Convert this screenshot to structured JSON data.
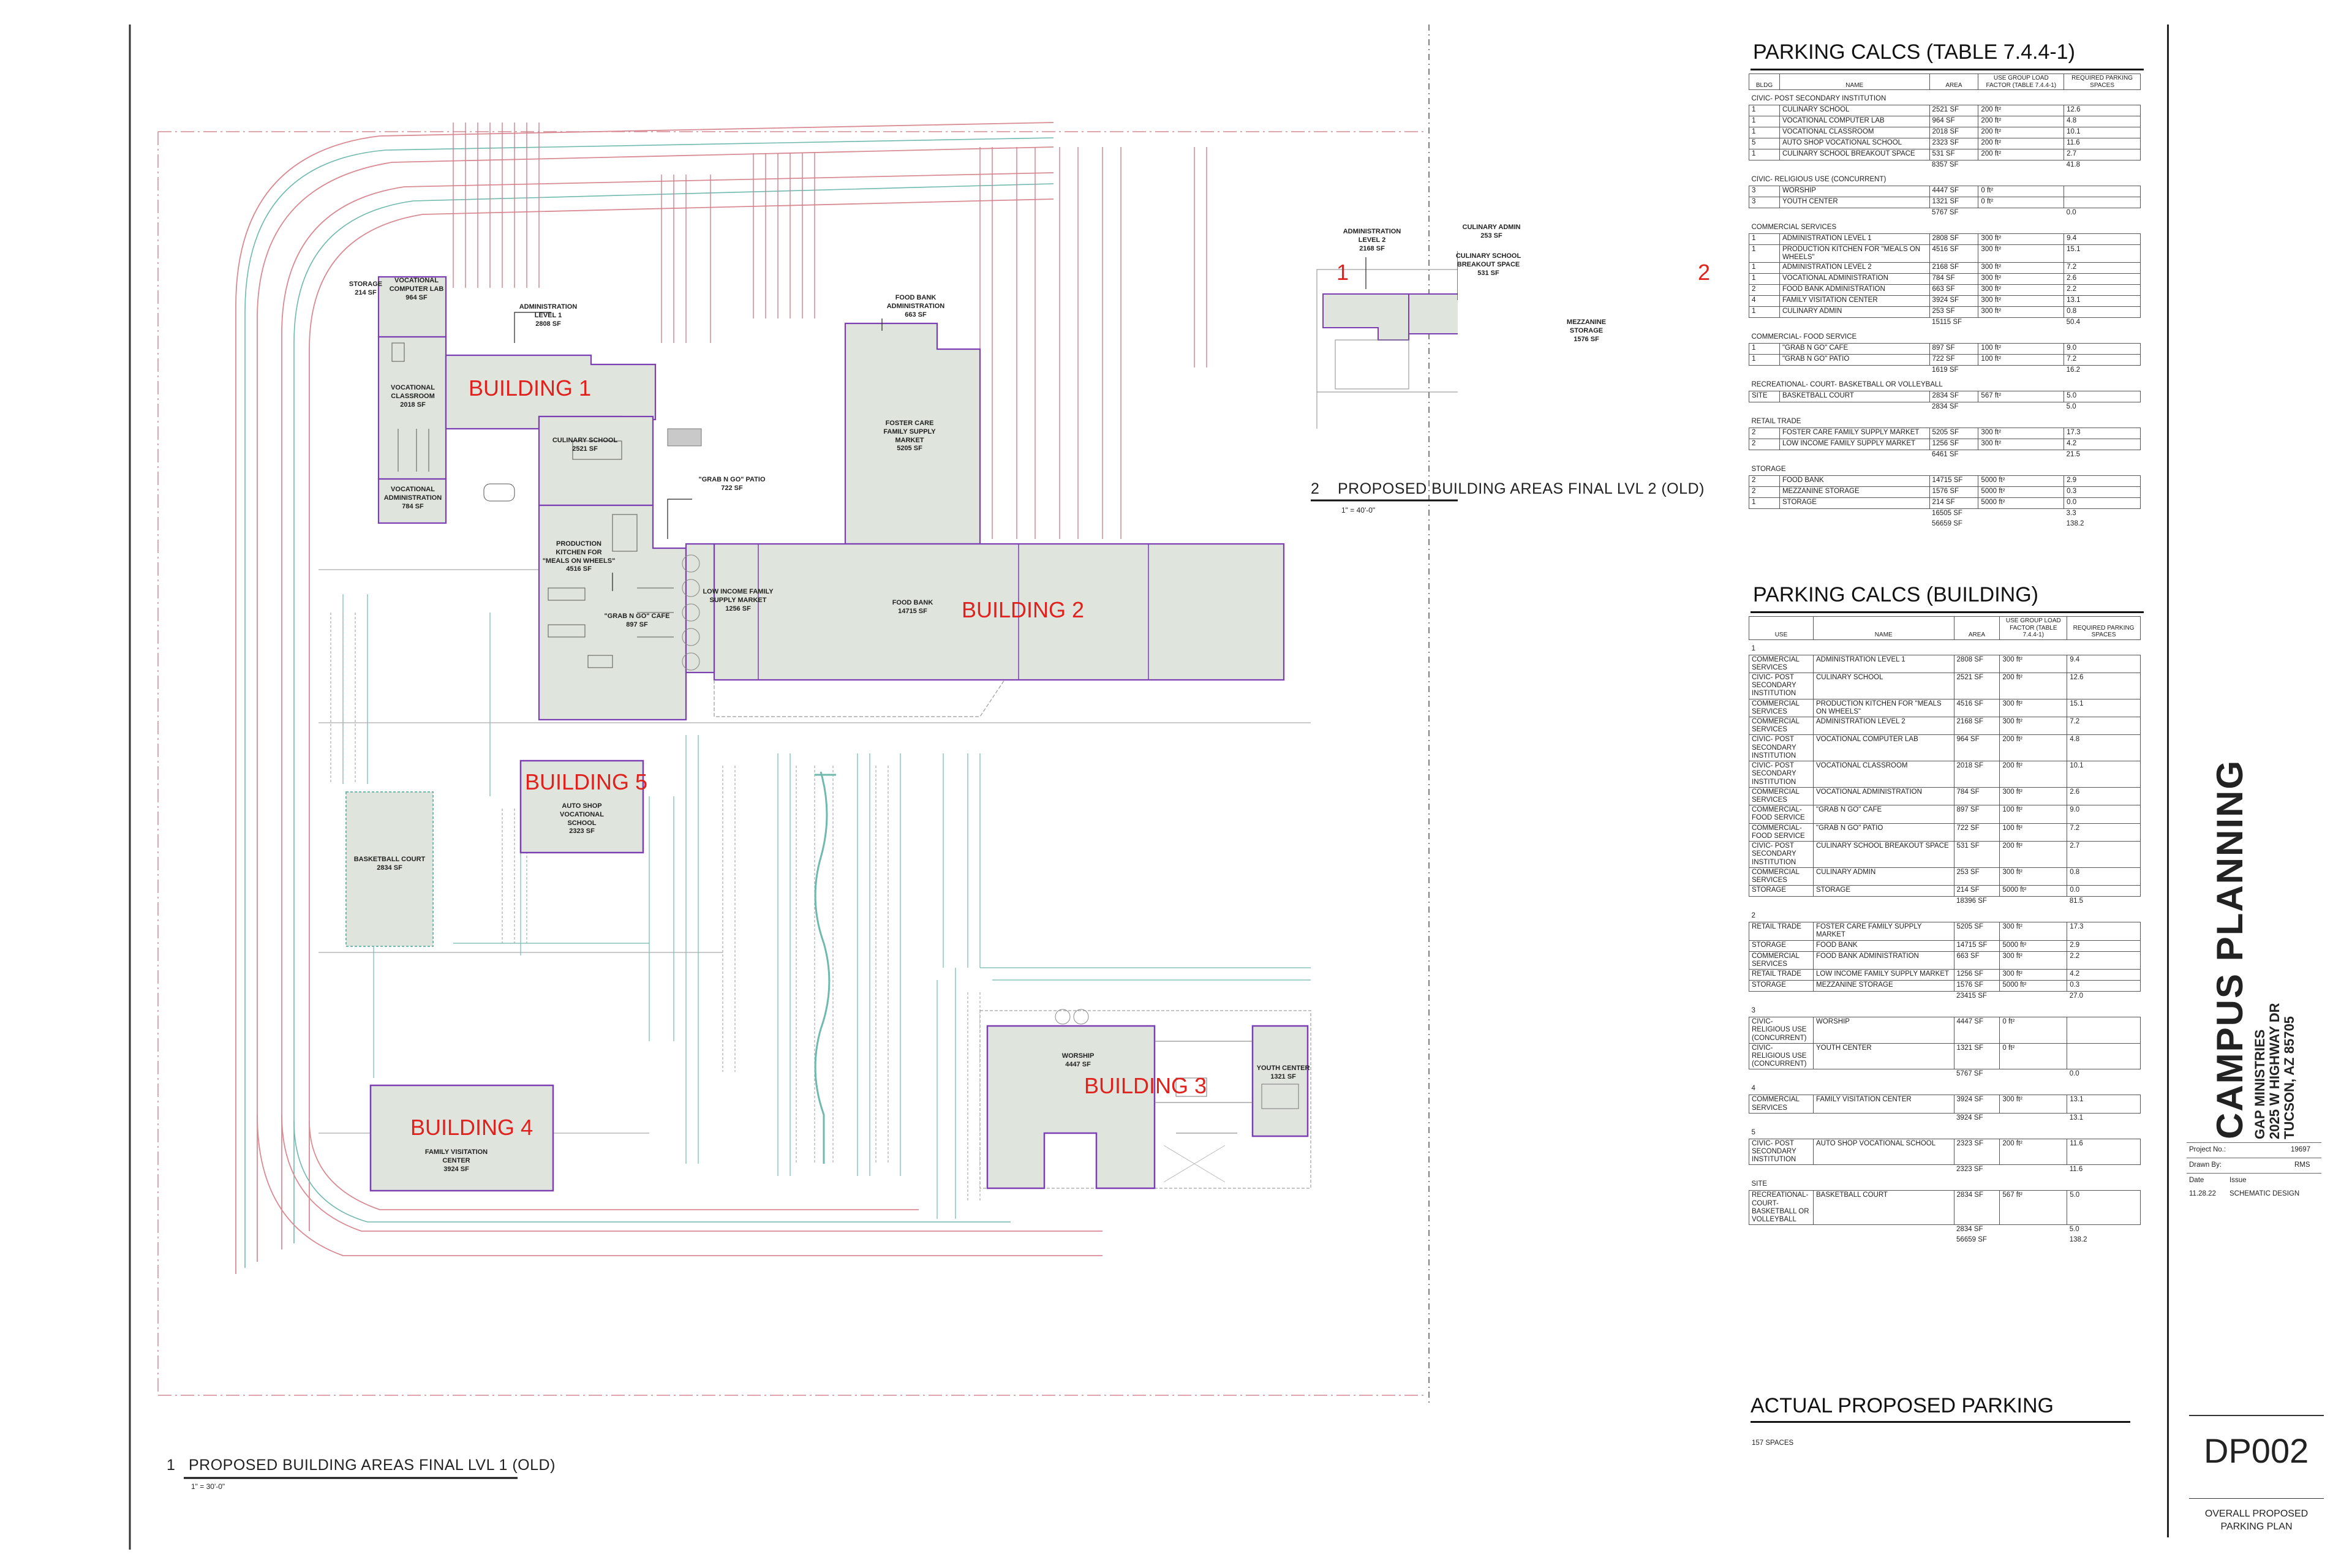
{
  "sheet": {
    "number": "DP002",
    "name": "OVERALL PROPOSED PARKING PLAN",
    "project_title": "CAMPUS PLANNING",
    "client": [
      "GAP MINISTRIES",
      "2025 W HIGHWAY DR",
      "TUCSON, AZ 85705"
    ],
    "project_no_label": "Project No.:",
    "project_no": "19697",
    "drawn_by_label": "Drawn By:",
    "drawn_by": "RMS",
    "date_label": "Date",
    "issue_label": "Issue",
    "date": "11.28.22",
    "issue": "SCHEMATIC DESIGN"
  },
  "views": {
    "lvl1": {
      "num": "1",
      "title": "PROPOSED BUILDING AREAS FINAL LVL 1 (OLD)",
      "scale": "1\" = 30'-0\""
    },
    "lvl2": {
      "num": "2",
      "title": "PROPOSED BUILDING AREAS FINAL LVL 2 (OLD)",
      "scale": "1\" = 40'-0\""
    }
  },
  "buildings": {
    "b1": "BUILDING 1",
    "b2": "BUILDING 2",
    "b3": "BUILDING 3",
    "b4": "BUILDING 4",
    "b5": "BUILDING 5"
  },
  "room_labels": {
    "storage": "STORAGE\n214 SF",
    "voc_lab": "VOCATIONAL\nCOMPUTER LAB\n964 SF",
    "admin1": "ADMINISTRATION\nLEVEL 1\n2808 SF",
    "voc_class": "VOCATIONAL\nCLASSROOM\n2018 SF",
    "voc_admin": "VOCATIONAL\nADMINISTRATION\n784 SF",
    "culinary": "CULINARY SCHOOL\n2521 SF",
    "prod_kitchen": "PRODUCTION\nKITCHEN FOR\n\"MEALS ON WHEELS\"\n4516 SF",
    "patio": "\"GRAB N GO\" PATIO\n722 SF",
    "cafe": "\"GRAB N GO\" CAFE\n897 SF",
    "low_income": "LOW INCOME FAMILY\nSUPPLY MARKET\n1256 SF",
    "food_bank": "FOOD BANK\n14715 SF",
    "fb_admin": "FOOD BANK\nADMINISTRATION\n663 SF",
    "foster": "FOSTER CARE\nFAMILY SUPPLY\nMARKET\n5205 SF",
    "auto_shop": "AUTO SHOP\nVOCATIONAL\nSCHOOL\n2323 SF",
    "basketball": "BASKETBALL COURT\n2834 SF",
    "family_visit": "FAMILY VISITATION\nCENTER\n3924 SF",
    "worship": "WORSHIP\n4447 SF",
    "youth": "YOUTH CENTER\n1321 SF",
    "admin2": "ADMINISTRATION\nLEVEL 2\n2168 SF",
    "culinary_admin": "CULINARY ADMIN\n253 SF",
    "breakout": "CULINARY SCHOOL\nBREAKOUT SPACE\n531 SF",
    "mezzanine": "MEZZANINE\nSTORAGE\n1576 SF",
    "lvl2_b1": "1",
    "lvl2_b2": "2"
  },
  "table1": {
    "title": "PARKING CALCS (TABLE 7.4.4-1)",
    "headers": [
      "BLDG",
      "NAME",
      "AREA",
      "USE GROUP LOAD FACTOR (TABLE 7.4.4-1)",
      "REQUIRED PARKING SPACES"
    ],
    "sections": [
      {
        "name": "CIVIC- POST SECONDARY INSTITUTION",
        "rows": [
          [
            "1",
            "CULINARY SCHOOL",
            "2521 SF",
            "200 ft²",
            "12.6"
          ],
          [
            "1",
            "VOCATIONAL COMPUTER LAB",
            "964 SF",
            "200 ft²",
            "4.8"
          ],
          [
            "1",
            "VOCATIONAL CLASSROOM",
            "2018 SF",
            "200 ft²",
            "10.1"
          ],
          [
            "5",
            "AUTO SHOP VOCATIONAL SCHOOL",
            "2323 SF",
            "200 ft²",
            "11.6"
          ],
          [
            "1",
            "CULINARY SCHOOL BREAKOUT SPACE",
            "531 SF",
            "200 ft²",
            "2.7"
          ]
        ],
        "total": [
          "8357 SF",
          "41.8"
        ]
      },
      {
        "name": "CIVIC- RELIGIOUS USE (CONCURRENT)",
        "rows": [
          [
            "3",
            "WORSHIP",
            "4447 SF",
            "0 ft²",
            ""
          ],
          [
            "3",
            "YOUTH CENTER",
            "1321 SF",
            "0 ft²",
            ""
          ]
        ],
        "total": [
          "5767 SF",
          "0.0"
        ]
      },
      {
        "name": "COMMERCIAL SERVICES",
        "rows": [
          [
            "1",
            "ADMINISTRATION LEVEL 1",
            "2808 SF",
            "300 ft²",
            "9.4"
          ],
          [
            "1",
            "PRODUCTION KITCHEN FOR \"MEALS ON WHEELS\"",
            "4516 SF",
            "300 ft²",
            "15.1"
          ],
          [
            "1",
            "ADMINISTRATION LEVEL 2",
            "2168 SF",
            "300 ft²",
            "7.2"
          ],
          [
            "1",
            "VOCATIONAL ADMINISTRATION",
            "784 SF",
            "300 ft²",
            "2.6"
          ],
          [
            "2",
            "FOOD BANK ADMINISTRATION",
            "663 SF",
            "300 ft²",
            "2.2"
          ],
          [
            "4",
            "FAMILY VISITATION CENTER",
            "3924 SF",
            "300 ft²",
            "13.1"
          ],
          [
            "1",
            "CULINARY ADMIN",
            "253 SF",
            "300 ft²",
            "0.8"
          ]
        ],
        "total": [
          "15115 SF",
          "50.4"
        ]
      },
      {
        "name": "COMMERCIAL- FOOD SERVICE",
        "rows": [
          [
            "1",
            "\"GRAB N GO\" CAFE",
            "897 SF",
            "100 ft²",
            "9.0"
          ],
          [
            "1",
            "\"GRAB N GO\" PATIO",
            "722 SF",
            "100 ft²",
            "7.2"
          ]
        ],
        "total": [
          "1619 SF",
          "16.2"
        ]
      },
      {
        "name": "RECREATIONAL- COURT- BASKETBALL OR VOLLEYBALL",
        "rows": [
          [
            "SITE",
            "BASKETBALL COURT",
            "2834 SF",
            "567 ft²",
            "5.0"
          ]
        ],
        "total": [
          "2834 SF",
          "5.0"
        ]
      },
      {
        "name": "RETAIL TRADE",
        "rows": [
          [
            "2",
            "FOSTER CARE FAMILY SUPPLY MARKET",
            "5205 SF",
            "300 ft²",
            "17.3"
          ],
          [
            "2",
            "LOW INCOME FAMILY SUPPLY MARKET",
            "1256 SF",
            "300 ft²",
            "4.2"
          ]
        ],
        "total": [
          "6461 SF",
          "21.5"
        ]
      },
      {
        "name": "STORAGE",
        "rows": [
          [
            "2",
            "FOOD BANK",
            "14715 SF",
            "5000 ft²",
            "2.9"
          ],
          [
            "2",
            "MEZZANINE STORAGE",
            "1576 SF",
            "5000 ft²",
            "0.3"
          ],
          [
            "1",
            "STORAGE",
            "214 SF",
            "5000 ft²",
            "0.0"
          ]
        ],
        "total": [
          "16505 SF",
          "3.3"
        ]
      }
    ],
    "grand_total": [
      "56659 SF",
      "138.2"
    ]
  },
  "table2": {
    "title": "PARKING CALCS (BUILDING)",
    "headers": [
      "USE",
      "NAME",
      "AREA",
      "USE GROUP LOAD FACTOR (TABLE 7.4.4-1)",
      "REQUIRED PARKING SPACES"
    ],
    "sections": [
      {
        "name": "1",
        "rows": [
          [
            "COMMERCIAL SERVICES",
            "ADMINISTRATION LEVEL 1",
            "2808 SF",
            "300 ft²",
            "9.4"
          ],
          [
            "CIVIC- POST SECONDARY INSTITUTION",
            "CULINARY SCHOOL",
            "2521 SF",
            "200 ft²",
            "12.6"
          ],
          [
            "COMMERCIAL SERVICES",
            "PRODUCTION KITCHEN FOR \"MEALS ON WHEELS\"",
            "4516 SF",
            "300 ft²",
            "15.1"
          ],
          [
            "COMMERCIAL SERVICES",
            "ADMINISTRATION LEVEL 2",
            "2168 SF",
            "300 ft²",
            "7.2"
          ],
          [
            "CIVIC- POST SECONDARY INSTITUTION",
            "VOCATIONAL COMPUTER LAB",
            "964 SF",
            "200 ft²",
            "4.8"
          ],
          [
            "CIVIC- POST SECONDARY INSTITUTION",
            "VOCATIONAL CLASSROOM",
            "2018 SF",
            "200 ft²",
            "10.1"
          ],
          [
            "COMMERCIAL SERVICES",
            "VOCATIONAL ADMINISTRATION",
            "784 SF",
            "300 ft²",
            "2.6"
          ],
          [
            "COMMERCIAL- FOOD SERVICE",
            "\"GRAB N GO\" CAFE",
            "897 SF",
            "100 ft²",
            "9.0"
          ],
          [
            "COMMERCIAL- FOOD SERVICE",
            "\"GRAB N GO\" PATIO",
            "722 SF",
            "100 ft²",
            "7.2"
          ],
          [
            "CIVIC- POST SECONDARY INSTITUTION",
            "CULINARY SCHOOL BREAKOUT SPACE",
            "531 SF",
            "200 ft²",
            "2.7"
          ],
          [
            "COMMERCIAL SERVICES",
            "CULINARY ADMIN",
            "253 SF",
            "300 ft²",
            "0.8"
          ],
          [
            "STORAGE",
            "STORAGE",
            "214 SF",
            "5000 ft²",
            "0.0"
          ]
        ],
        "total": [
          "18396 SF",
          "81.5"
        ]
      },
      {
        "name": "2",
        "rows": [
          [
            "RETAIL TRADE",
            "FOSTER CARE FAMILY SUPPLY MARKET",
            "5205 SF",
            "300 ft²",
            "17.3"
          ],
          [
            "STORAGE",
            "FOOD BANK",
            "14715 SF",
            "5000 ft²",
            "2.9"
          ],
          [
            "COMMERCIAL SERVICES",
            "FOOD BANK ADMINISTRATION",
            "663 SF",
            "300 ft²",
            "2.2"
          ],
          [
            "RETAIL TRADE",
            "LOW INCOME FAMILY SUPPLY MARKET",
            "1256 SF",
            "300 ft²",
            "4.2"
          ],
          [
            "STORAGE",
            "MEZZANINE STORAGE",
            "1576 SF",
            "5000 ft²",
            "0.3"
          ]
        ],
        "total": [
          "23415 SF",
          "27.0"
        ]
      },
      {
        "name": "3",
        "rows": [
          [
            "CIVIC- RELIGIOUS USE (CONCURRENT)",
            "WORSHIP",
            "4447 SF",
            "0 ft²",
            ""
          ],
          [
            "CIVIC- RELIGIOUS USE (CONCURRENT)",
            "YOUTH CENTER",
            "1321 SF",
            "0 ft²",
            ""
          ]
        ],
        "total": [
          "5767 SF",
          "0.0"
        ]
      },
      {
        "name": "4",
        "rows": [
          [
            "COMMERCIAL SERVICES",
            "FAMILY VISITATION CENTER",
            "3924 SF",
            "300 ft²",
            "13.1"
          ]
        ],
        "total": [
          "3924 SF",
          "13.1"
        ]
      },
      {
        "name": "5",
        "rows": [
          [
            "CIVIC- POST SECONDARY INSTITUTION",
            "AUTO SHOP VOCATIONAL SCHOOL",
            "2323 SF",
            "200 ft²",
            "11.6"
          ]
        ],
        "total": [
          "2323 SF",
          "11.6"
        ]
      },
      {
        "name": "SITE",
        "rows": [
          [
            "RECREATIONAL- COURT- BASKETBALL OR VOLLEYBALL",
            "BASKETBALL COURT",
            "2834 SF",
            "567 ft²",
            "5.0"
          ]
        ],
        "total": [
          "2834 SF",
          "5.0"
        ]
      }
    ],
    "grand_total": [
      "56659 SF",
      "138.2"
    ]
  },
  "actual": {
    "title": "ACTUAL PROPOSED PARKING",
    "spaces": "157 SPACES"
  },
  "colors": {
    "building_fill": "#dfe5dc",
    "building_outline": "#7b3fb3",
    "building_label": "#e0211d",
    "curb_pink": "#d8a2aa",
    "curb_red": "#c23a3a",
    "teal": "#6fb9ad"
  }
}
